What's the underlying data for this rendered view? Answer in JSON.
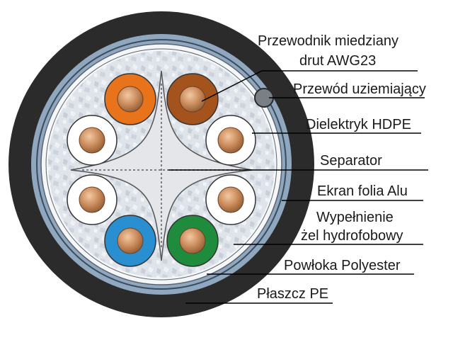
{
  "diagram": {
    "labels": {
      "conductor_line1": "Przewodnik miedziany",
      "conductor_line2": "drut AWG23",
      "drain_wire": "Przewód uziemiający",
      "dielectric": "Dielektryk HDPE",
      "separator": "Separator",
      "foil_shield": "Ekran folia Alu",
      "filling_line1": "Wypełnienie",
      "filling_line2": "żel hydrofobowy",
      "polyester_tape": "Powłoka Polyester",
      "jacket": "Płaszcz PE"
    },
    "colors": {
      "jacket": "#2b2b2b",
      "shield": "#8fa7bf",
      "filler": "#dfe4ea",
      "copper": "#c98a5a",
      "pair_orange": "#e8731a",
      "pair_brown": "#a5531c",
      "pair_blue": "#2a8fd0",
      "pair_green": "#1e8c3c",
      "pair_white": "#ffffff"
    }
  }
}
